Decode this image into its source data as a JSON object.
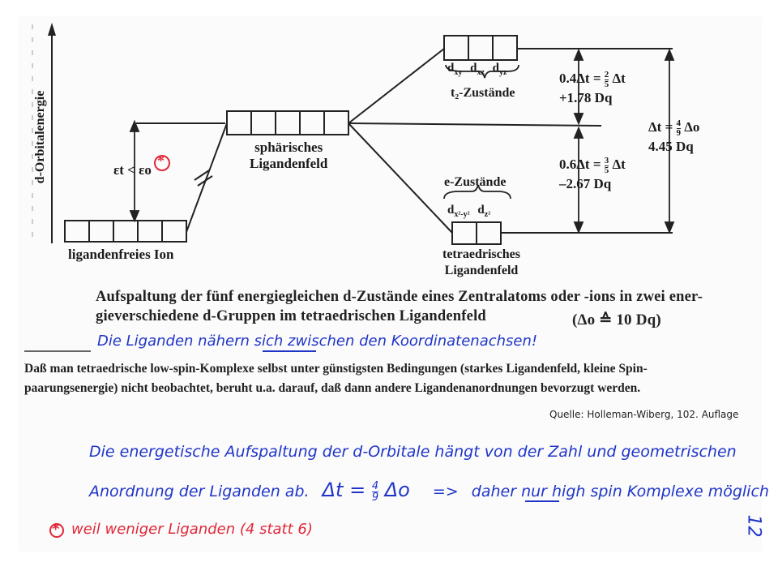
{
  "diagram": {
    "axis_label": "d-Orbitalenergie",
    "free_ion_label": "ligandenfreies Ion",
    "spherical_field_label_1": "sphärisches",
    "spherical_field_label_2": "Ligandenfeld",
    "t2_orbitals": [
      "d",
      "xy",
      "d",
      "xz",
      "d",
      "yz"
    ],
    "t2_label": "t₂-Zustände",
    "e_label": "e-Zustände",
    "e_orbitals": [
      "d",
      "x²-y²",
      "d",
      "z²"
    ],
    "tetra_label_1": "tetraedrisches",
    "tetra_label_2": "Ligandenfeld",
    "upper_split_1": "0.4Δt = ",
    "upper_frac": [
      "2",
      "5"
    ],
    "upper_split_1b": " Δt",
    "upper_split_2": "+1.78 Dq",
    "lower_split_1": "0.6Δt = ",
    "lower_frac": [
      "3",
      "5"
    ],
    "lower_split_1b": " Δt",
    "lower_split_2": "–2.67 Dq",
    "total_split_1": "Δt = ",
    "total_frac": [
      "4",
      "9"
    ],
    "total_split_1b": " Δo",
    "total_split_2": "4.45 Dq",
    "eps_label": "εt < εo",
    "asterisk": "*"
  },
  "caption": {
    "line1": "Aufspaltung der fünf energiegleichen d-Zustände eines Zentralatoms oder -ions in zwei ener-",
    "line2a": "gieverschiedene d-Gruppen im tetraedrischen Ligandenfeld",
    "line2b": "(Δo ≙ 10 Dq)",
    "handwritten": "Die Liganden nähern sich zwischen den Koordinatenachsen!",
    "para1": "Daß man tetraedrische low-spin-Komplexe selbst unter günstigsten Bedingungen (starkes Ligandenfeld, kleine Spin-",
    "para2": "paarungsenergie) nicht beobachtet, beruht u.a. darauf, daß dann andere Ligandenanordnungen bevorzugt werden."
  },
  "source": "Quelle: Holleman-Wiberg, 102. Auflage",
  "notes": {
    "line1": "Die energetische Aufspaltung der d-Orbitale hängt von der Zahl und geometrischen",
    "line2a": "Anordnung der Liganden ab.",
    "formula": "Δt = ",
    "formula_frac": [
      "4",
      "9"
    ],
    "formula_end": " Δo",
    "arrow": "=>",
    "line2b_pre": "daher ",
    "line2b_nur": "nur",
    "line2b_post": " high spin Komplexe möglich",
    "footnote_star": "*",
    "footnote": "weil weniger Liganden (4 statt 6)",
    "page_number": "12"
  },
  "colors": {
    "ink_blue": "#1f35c8",
    "ink_red": "#e0283a",
    "print": "#1a1a1a"
  }
}
